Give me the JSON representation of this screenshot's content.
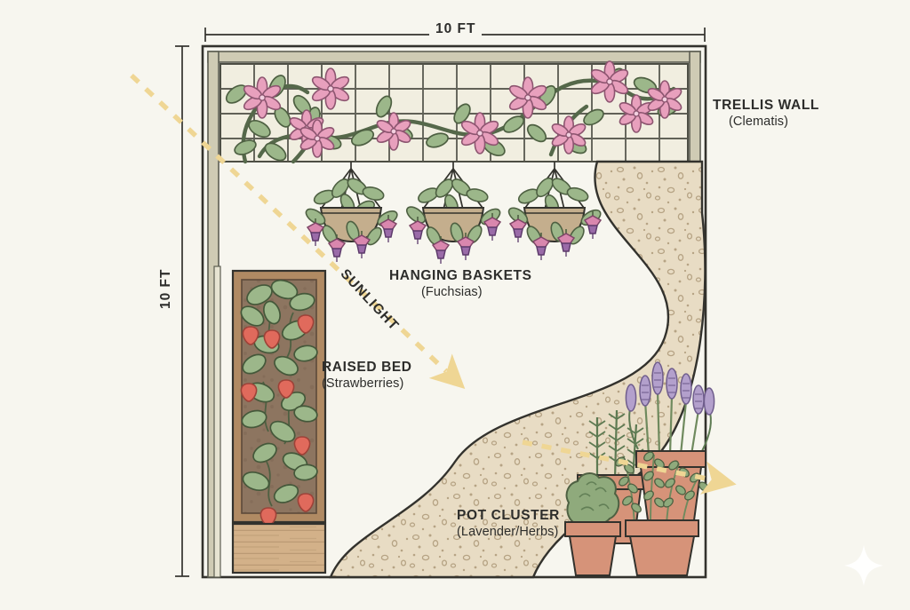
{
  "diagram": {
    "kind": "garden-layout-plan",
    "background_color": "#f7f6ef",
    "ink_color": "#33322d"
  },
  "dimensions": {
    "width_label": "10 FT",
    "height_label": "10 FT"
  },
  "sunlight": {
    "label": "SUNLIGHT",
    "color": "#efd694",
    "direction": "from upper-left to lower-right"
  },
  "labels": {
    "trellis": {
      "title": "TRELLIS WALL",
      "sub": "(Clematis)"
    },
    "baskets": {
      "title": "HANGING BASKETS",
      "sub": "(Fuchsias)"
    },
    "raised_bed": {
      "title": "RAISED BED",
      "sub": "(Strawberries)"
    },
    "pots": {
      "title": "POT CLUSTER",
      "sub": "(Lavender/Herbs)"
    }
  },
  "features": {
    "trellis_wall": {
      "name": "trellis-wall",
      "plant": "Clematis",
      "flower_color": "#e8a0bd",
      "leaf_color": "#9cb78a",
      "vine_color": "#55684a",
      "panel_color": "#f1eee0",
      "grid_color": "#55564c",
      "flower_count": 11
    },
    "hanging_baskets": {
      "name": "hanging-baskets",
      "plant": "Fuchsias",
      "count": 3,
      "pot_color": "#c4ae8d",
      "bloom_color": "#c98ab4",
      "leaf_color": "#9cb78a"
    },
    "raised_bed": {
      "name": "raised-bed",
      "plant": "Strawberries",
      "frame_color": "#b08a63",
      "soil_color": "#8d7560",
      "berry_color": "#e06a5c",
      "leaf_color": "#9cb78a"
    },
    "gravel_path": {
      "name": "gravel-path",
      "fill_color": "#e7dcc4",
      "speckle_color": "#b9a98c",
      "shape": "s-curve"
    },
    "pot_cluster": {
      "name": "pot-cluster",
      "plants": [
        "Rosemary",
        "Lavender",
        "Thyme",
        "Boxwood"
      ],
      "pot_color": "#d69379",
      "lavender_color": "#b3a0cc",
      "foliage_color": "#8faa7c",
      "pot_count": 4
    }
  },
  "decor": {
    "sparkle": "sparkle-icon"
  }
}
